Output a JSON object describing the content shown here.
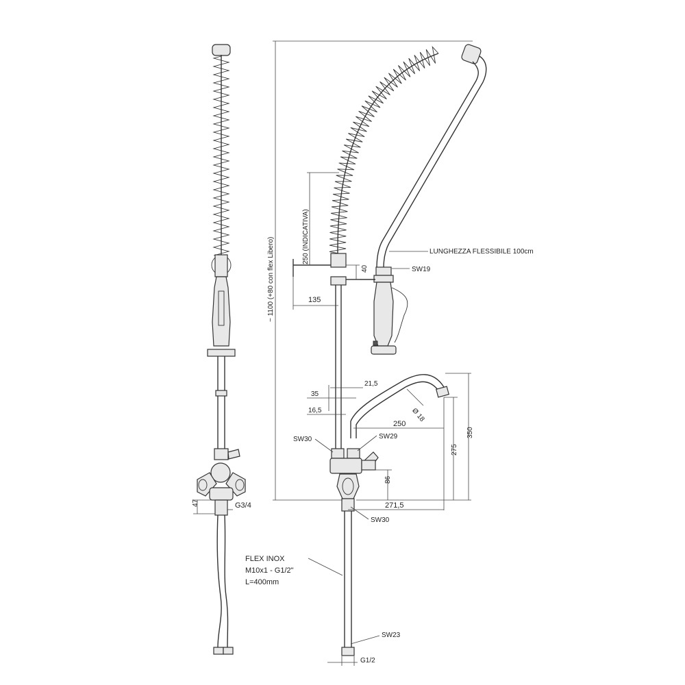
{
  "dimensions": {
    "total_height": "~ 1100 (+80 con flex Libero)",
    "indicative": "250 (INDICATIVA)",
    "d40": "40",
    "d135": "135",
    "d21_5": "21,5",
    "d35": "35",
    "d16_5": "16,5",
    "d250": "250",
    "diameter": "Ø 18",
    "d275": "275",
    "d350": "350",
    "d86": "86",
    "d271_5": "271,5",
    "d47": "47"
  },
  "labels": {
    "flex_length": "LUNGHEZZA FLESSIBILE 100cm",
    "sw19": "SW19",
    "sw30_upper": "SW30",
    "sw29": "SW29",
    "sw30_lower": "SW30",
    "g34": "G3/4",
    "sw23": "SW23",
    "g12": "G1/2"
  },
  "flex_note": {
    "line1": "FLEX INOX",
    "line2": "M10x1 - G1/2\"",
    "line3": "L=400mm"
  },
  "colors": {
    "line": "#333333",
    "background": "#ffffff"
  }
}
